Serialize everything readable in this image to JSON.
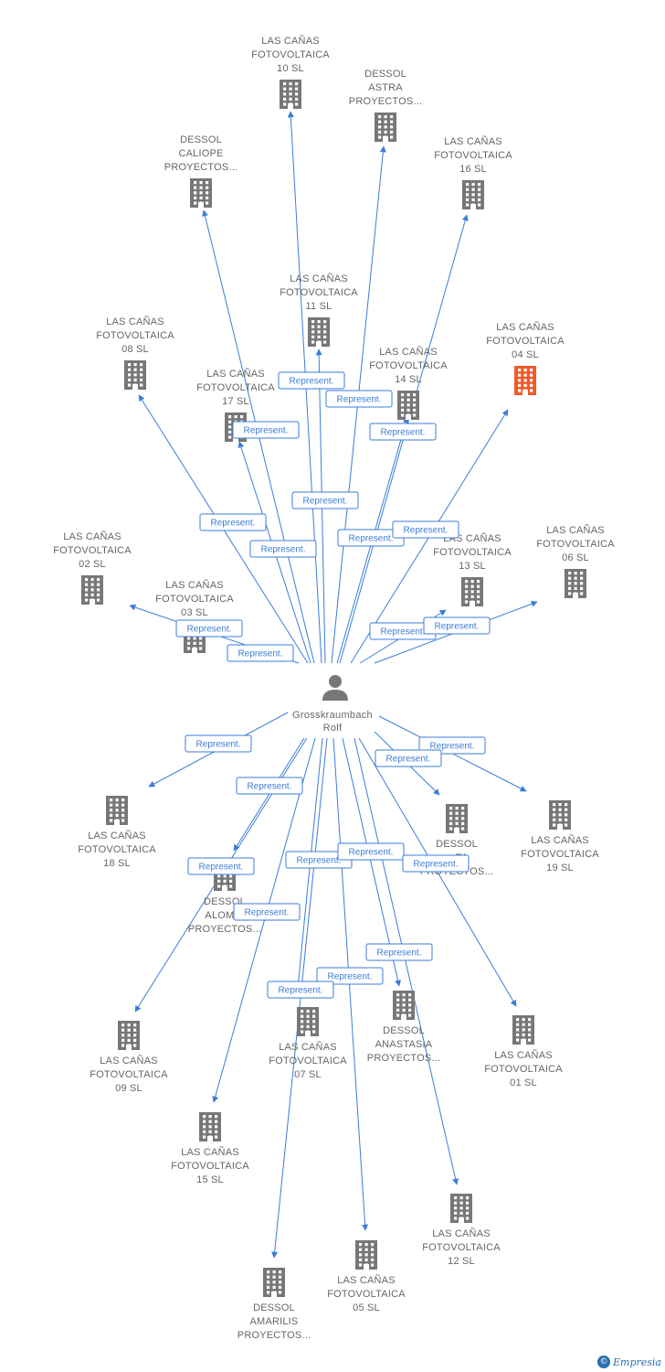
{
  "center": {
    "label_lines": [
      "Grosskraumbach",
      "Rolf"
    ],
    "icon": "person-icon"
  },
  "edge_label": "Represent.",
  "colors": {
    "edge": "#3b7dd8",
    "building": "#777777",
    "building_highlight": "#f05a28",
    "text": "#666666"
  },
  "nodes": [
    {
      "id": "lc10",
      "lines": [
        "LAS CAÑAS",
        "FOTOVOLTAICA",
        "10 SL"
      ],
      "icon": "building-icon"
    },
    {
      "id": "dastra",
      "lines": [
        "DESSOL",
        "ASTRA",
        "PROYECTOS..."
      ],
      "icon": "building-icon"
    },
    {
      "id": "dcaliope",
      "lines": [
        "DESSOL",
        "CALIOPE",
        "PROYECTOS..."
      ],
      "icon": "building-icon"
    },
    {
      "id": "lc16",
      "lines": [
        "LAS CAÑAS",
        "FOTOVOLTAICA",
        "16 SL"
      ],
      "icon": "building-icon"
    },
    {
      "id": "lc11",
      "lines": [
        "LAS CAÑAS",
        "FOTOVOLTAICA",
        "11 SL"
      ],
      "icon": "building-icon"
    },
    {
      "id": "lc04",
      "lines": [
        "LAS CAÑAS",
        "FOTOVOLTAICA",
        "04 SL"
      ],
      "icon": "building-icon",
      "highlight": true
    },
    {
      "id": "lc08",
      "lines": [
        "LAS CAÑAS",
        "FOTOVOLTAICA",
        "08 SL"
      ],
      "icon": "building-icon"
    },
    {
      "id": "lc14",
      "lines": [
        "LAS CAÑAS",
        "FOTOVOLTAICA",
        "14 SL"
      ],
      "icon": "building-icon"
    },
    {
      "id": "lc17",
      "lines": [
        "LAS CAÑAS",
        "FOTOVOLTAICA",
        "17 SL"
      ],
      "icon": "building-icon"
    },
    {
      "id": "lc02",
      "lines": [
        "LAS CAÑAS",
        "FOTOVOLTAICA",
        "02 SL"
      ],
      "icon": "building-icon"
    },
    {
      "id": "lc13",
      "lines": [
        "LAS CAÑAS",
        "FOTOVOLTAICA",
        "13 SL"
      ],
      "icon": "building-icon"
    },
    {
      "id": "lc06",
      "lines": [
        "LAS CAÑAS",
        "FOTOVOLTAICA",
        "06 SL"
      ],
      "icon": "building-icon"
    },
    {
      "id": "lc03",
      "lines": [
        "LAS CAÑAS",
        "FOTOVOLTAICA",
        "03 SL"
      ],
      "icon": "building-icon"
    },
    {
      "id": "lc18",
      "lines": [
        "LAS CAÑAS",
        "FOTOVOLTAICA",
        "18 SL"
      ],
      "icon": "building-icon"
    },
    {
      "id": "dlinea",
      "lines": [
        "DESSOL",
        "…TA",
        "PROYECTOS..."
      ],
      "icon": "building-icon"
    },
    {
      "id": "lc19",
      "lines": [
        "LAS CAÑAS",
        "FOTOVOLTAICA",
        "19 SL"
      ],
      "icon": "building-icon"
    },
    {
      "id": "dalom",
      "lines": [
        "DESSOL",
        "ALOM…",
        "PROYECTOS..."
      ],
      "icon": "building-icon"
    },
    {
      "id": "lc09",
      "lines": [
        "LAS CAÑAS",
        "FOTOVOLTAICA",
        "09 SL"
      ],
      "icon": "building-icon"
    },
    {
      "id": "lc07",
      "lines": [
        "LAS CAÑAS",
        "FOTOVOLTAICA",
        "07 SL"
      ],
      "icon": "building-icon"
    },
    {
      "id": "danastasia",
      "lines": [
        "DESSOL",
        "ANASTASIA",
        "PROYECTOS..."
      ],
      "icon": "building-icon"
    },
    {
      "id": "lc01",
      "lines": [
        "LAS CAÑAS",
        "FOTOVOLTAICA",
        "01 SL"
      ],
      "icon": "building-icon"
    },
    {
      "id": "lc15",
      "lines": [
        "LAS CAÑAS",
        "FOTOVOLTAICA",
        "15 SL"
      ],
      "icon": "building-icon"
    },
    {
      "id": "lc12",
      "lines": [
        "LAS CAÑAS",
        "FOTOVOLTAICA",
        "12 SL"
      ],
      "icon": "building-icon"
    },
    {
      "id": "lc05",
      "lines": [
        "LAS CAÑAS",
        "FOTOVOLTAICA",
        "05 SL"
      ],
      "icon": "building-icon"
    },
    {
      "id": "damarilis",
      "lines": [
        "DESSOL",
        "AMARILIS",
        "PROYECTOS..."
      ],
      "icon": "building-icon"
    }
  ],
  "brand": {
    "copyright": "©",
    "name": "Empresia"
  }
}
